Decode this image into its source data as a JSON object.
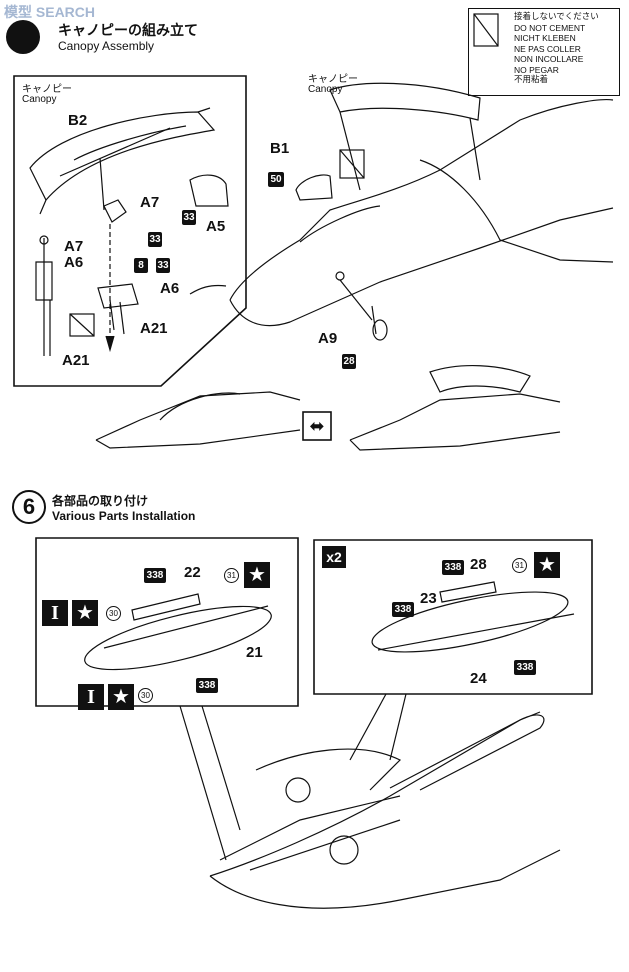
{
  "watermark": "模型 SEARCH",
  "header": {
    "step5_title_jp": "キャノピーの組み立て",
    "step5_title_en": "Canopy Assembly"
  },
  "warning": {
    "lines": [
      "接着しないでください",
      "DO NOT CEMENT",
      "NICHT KLEBEN",
      "NE PAS COLLER",
      "NON INCOLLARE",
      "NO PEGAR",
      "不用粘着"
    ]
  },
  "canopy_box": {
    "title_jp": "キャノピー",
    "title_en": "Canopy",
    "parts": {
      "b2": "B2",
      "a7_top": "A7",
      "a5": "A5",
      "a7_side": "A7",
      "a6_side": "A6",
      "a6_right": "A6",
      "a21_right": "A21",
      "a21_bottom": "A21"
    },
    "colors": {
      "c33a": "33",
      "c33b": "33",
      "c33c": "33",
      "c8": "8"
    }
  },
  "aircraft_top": {
    "title_jp": "キャノピー",
    "title_en": "Canopy",
    "parts": {
      "b1": "B1",
      "a9": "A9"
    },
    "colors": {
      "c50": "50",
      "c28": "28"
    }
  },
  "step6": {
    "number": "6",
    "title_jp": "各部品の取り付け",
    "title_en": "Various Parts Installation",
    "left_box": {
      "parts": {
        "p22": "22",
        "p21": "21"
      },
      "colors": {
        "c338a": "338",
        "c338b": "338",
        "c31": "31",
        "c30a": "30",
        "c30b": "30"
      },
      "roman": "I"
    },
    "right_box": {
      "multiplier": "x2",
      "parts": {
        "p28": "28",
        "p23": "23",
        "p24": "24"
      },
      "colors": {
        "c338a": "338",
        "c338b": "338",
        "c338c": "338",
        "c31": "31"
      }
    }
  }
}
